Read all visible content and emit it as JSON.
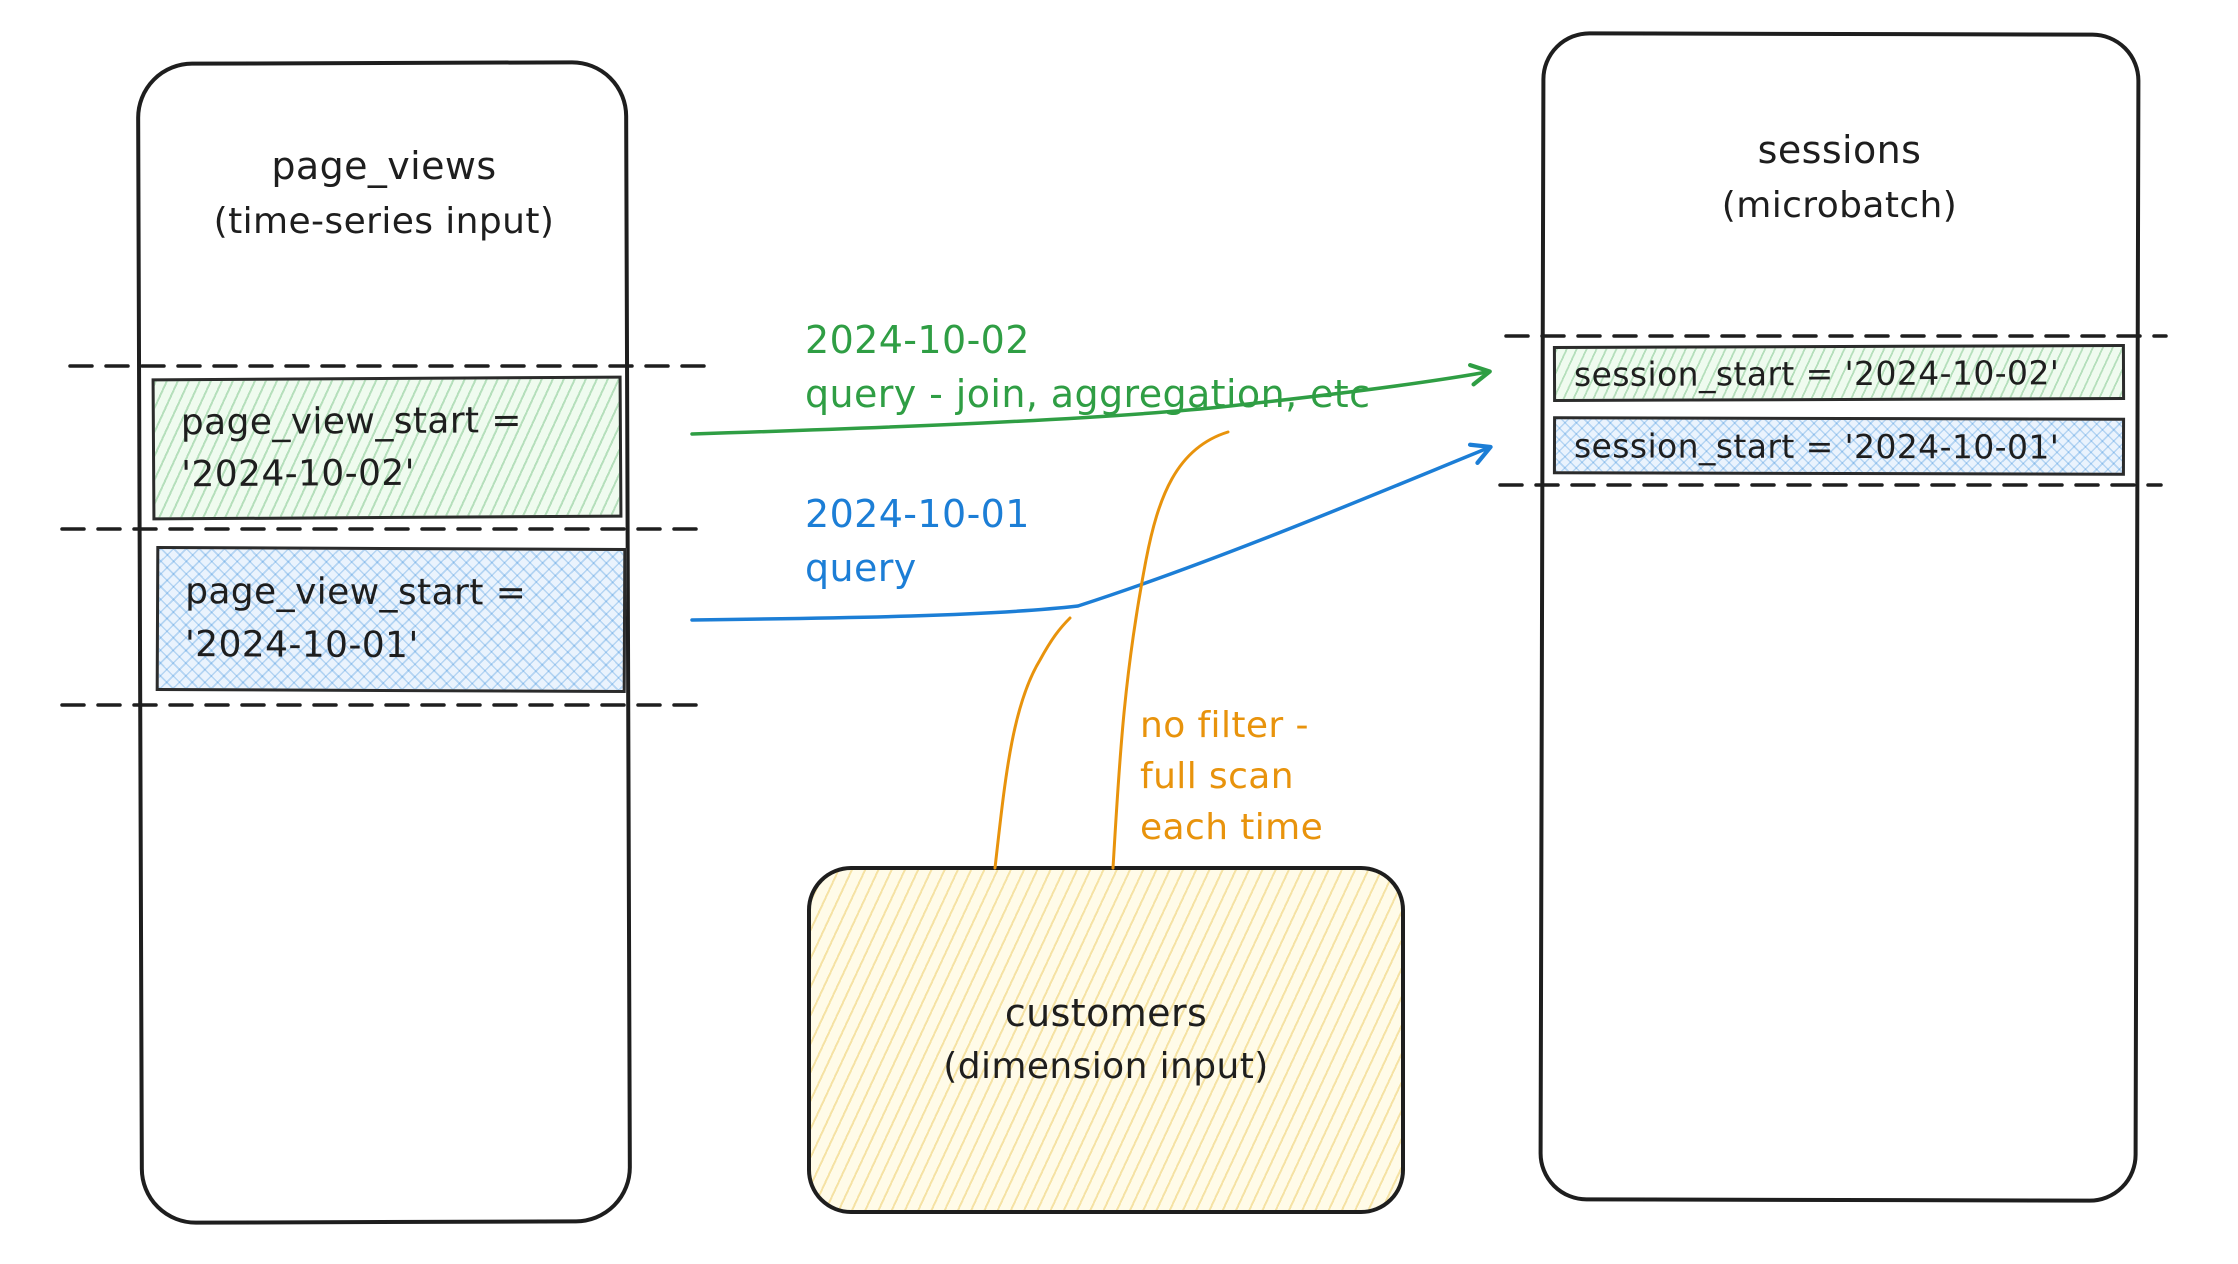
{
  "colors": {
    "ink": "#1e1e1e",
    "green": "#2f9e44",
    "blue": "#1c7ed6",
    "orange": "#e8930c",
    "green_fill": "#effbef",
    "blue_fill": "#eaf3fd",
    "yellow_fill": "#fffbe8"
  },
  "left_table": {
    "title": "page_views",
    "subtitle": "(time-series input)",
    "rows": [
      {
        "line1": "page_view_start =",
        "line2": "'2024-10-02'"
      },
      {
        "line1": "page_view_start =",
        "line2": "'2024-10-01'"
      }
    ]
  },
  "right_table": {
    "title": "sessions",
    "subtitle": "(microbatch)",
    "rows": [
      {
        "text": "session_start = '2024-10-02'"
      },
      {
        "text": "session_start = '2024-10-01'"
      }
    ]
  },
  "dimension_table": {
    "title": "customers",
    "subtitle": "(dimension input)"
  },
  "labels": {
    "green_query": {
      "line1": "2024-10-02",
      "line2": "query - join, aggregation, etc"
    },
    "blue_query": {
      "line1": "2024-10-01",
      "line2": "query"
    },
    "orange_note": {
      "line1": "no filter -",
      "line2": "full scan",
      "line3": "each time"
    }
  }
}
